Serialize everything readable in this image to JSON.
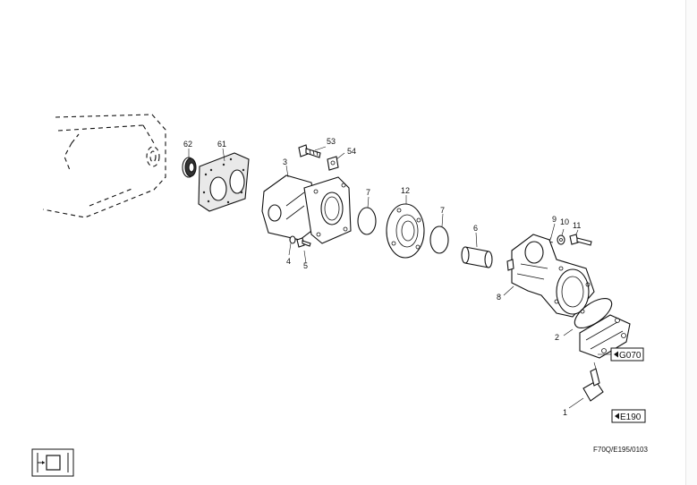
{
  "labels": {
    "p62": "62",
    "p61": "61",
    "p53": "53",
    "p54": "54",
    "p3": "3",
    "p4": "4",
    "p5": "5",
    "p7a": "7",
    "p12": "12",
    "p7b": "7",
    "p6": "6",
    "p9": "9",
    "p10": "10",
    "p11": "11",
    "p8": "8",
    "p2": "2",
    "p1": "1"
  },
  "refs": {
    "g070": "G070",
    "e190": "E190"
  },
  "drawing_code": "F70Q/E195/0103"
}
